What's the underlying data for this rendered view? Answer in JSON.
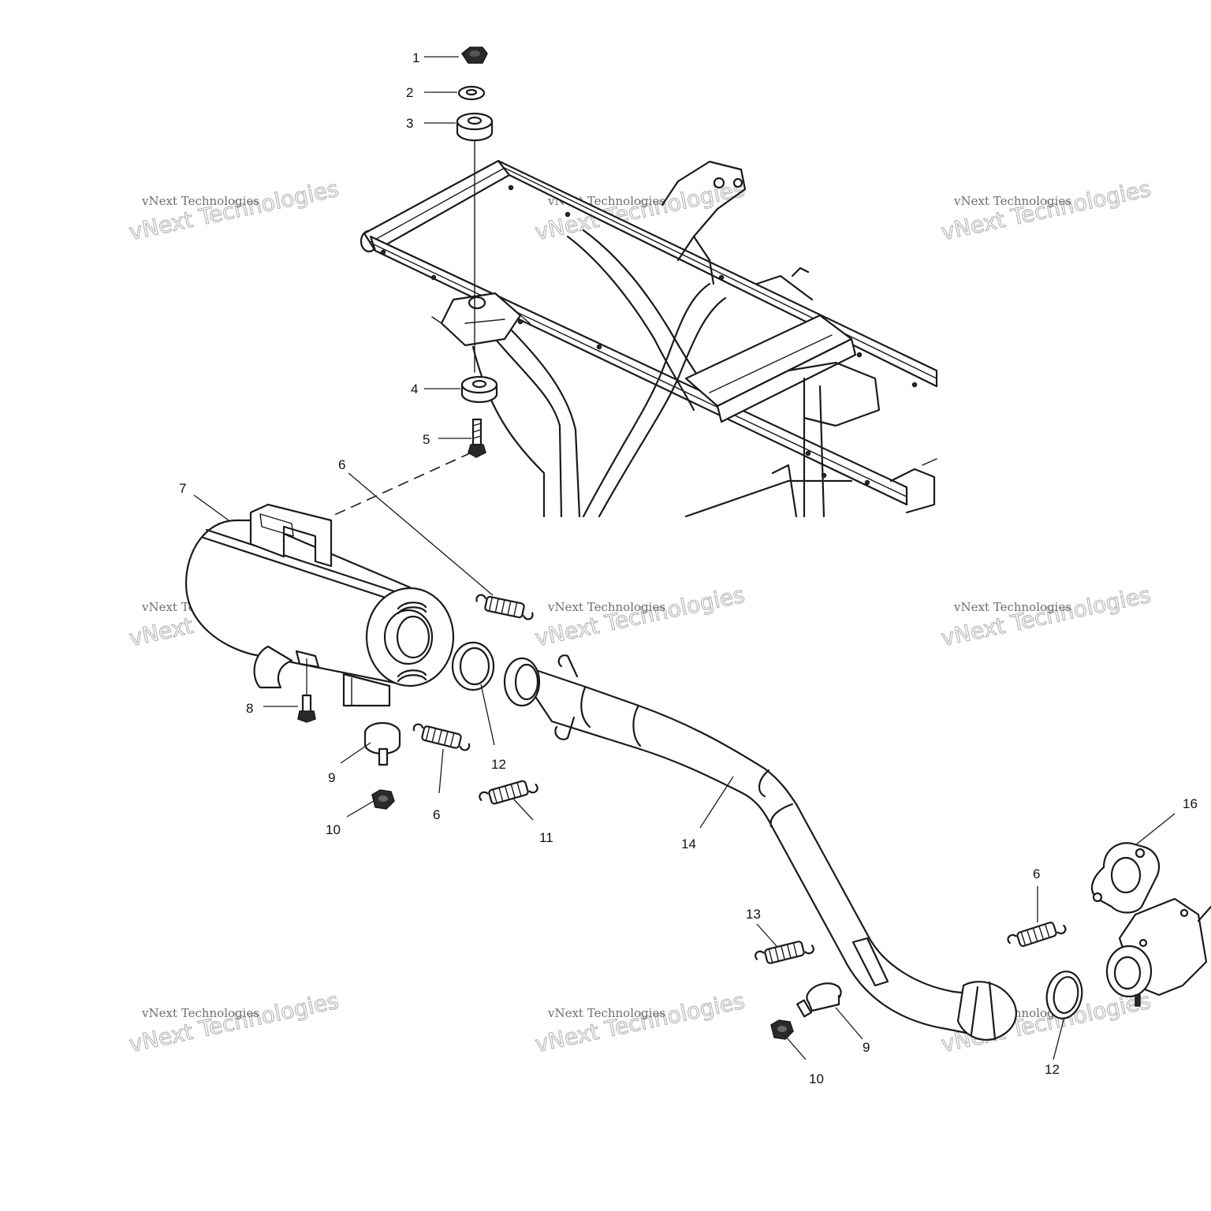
{
  "callouts": [
    {
      "label": "1"
    },
    {
      "label": "2"
    },
    {
      "label": "3"
    },
    {
      "label": "4"
    },
    {
      "label": "5"
    },
    {
      "label": "6"
    },
    {
      "label": "7"
    },
    {
      "label": "6"
    },
    {
      "label": "8"
    },
    {
      "label": "9"
    },
    {
      "label": "12"
    },
    {
      "label": "6"
    },
    {
      "label": "11"
    },
    {
      "label": "10"
    },
    {
      "label": "14"
    },
    {
      "label": "16"
    },
    {
      "label": "6"
    },
    {
      "label": "13"
    },
    {
      "label": "9"
    },
    {
      "label": "10"
    },
    {
      "label": "12"
    }
  ],
  "watermark": {
    "small": "vNext Technologies",
    "large": "vNext Technologies"
  }
}
